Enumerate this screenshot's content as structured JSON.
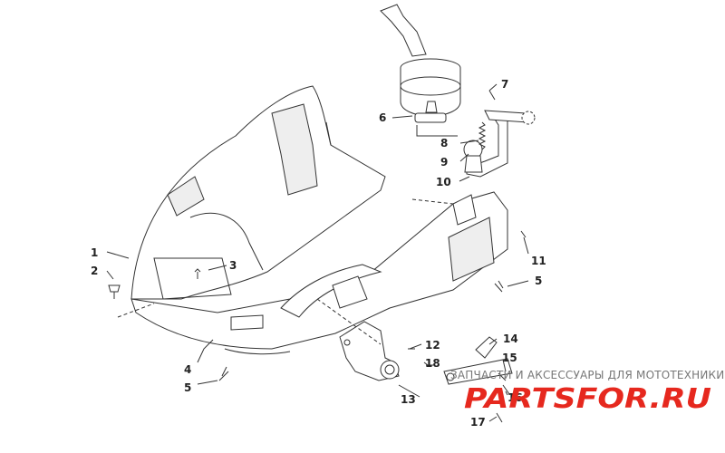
{
  "diagram": {
    "callouts": [
      {
        "id": "c1",
        "text": "1"
      },
      {
        "id": "c2",
        "text": "2"
      },
      {
        "id": "c3",
        "text": "3"
      },
      {
        "id": "c4",
        "text": "4"
      },
      {
        "id": "c5a",
        "text": "5"
      },
      {
        "id": "c5b",
        "text": "5"
      },
      {
        "id": "c6",
        "text": "6"
      },
      {
        "id": "c7",
        "text": "7"
      },
      {
        "id": "c8",
        "text": "8"
      },
      {
        "id": "c9",
        "text": "9"
      },
      {
        "id": "c10",
        "text": "10"
      },
      {
        "id": "c11",
        "text": "11"
      },
      {
        "id": "c12",
        "text": "12"
      },
      {
        "id": "c13",
        "text": "13"
      },
      {
        "id": "c14",
        "text": "14"
      },
      {
        "id": "c15",
        "text": "15"
      },
      {
        "id": "c16",
        "text": "16"
      },
      {
        "id": "c17",
        "text": "17"
      },
      {
        "id": "c18",
        "text": "18"
      }
    ]
  },
  "watermark": {
    "caption": "ЗАПЧАСТИ И АКСЕССУАРЫ ДЛЯ МОТОТЕХНИКИ",
    "logo": "PARTSFOR.RU",
    "logo_color": "#e6281e"
  }
}
